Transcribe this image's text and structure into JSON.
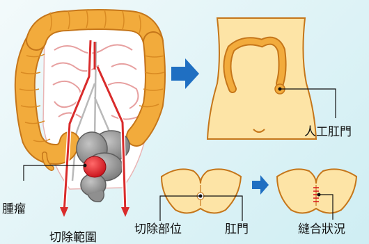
{
  "labels": {
    "tumor": "腫瘤",
    "resection_range": "切除範圍",
    "resection_site": "切除部位",
    "anus": "肛門",
    "artificial_anus": "人工肛門",
    "suture_state": "縫合狀況"
  },
  "colors": {
    "colon_fill": "#f2ab3c",
    "colon_edge": "#c5761a",
    "body_fill": "#fde4a6",
    "body_edge": "#c5761a",
    "vessel": "#d92b2b",
    "tumor": "#d9121c",
    "rectum": "#8c8c8c",
    "arrow": "#1f6fc2",
    "leader": "#111111"
  }
}
